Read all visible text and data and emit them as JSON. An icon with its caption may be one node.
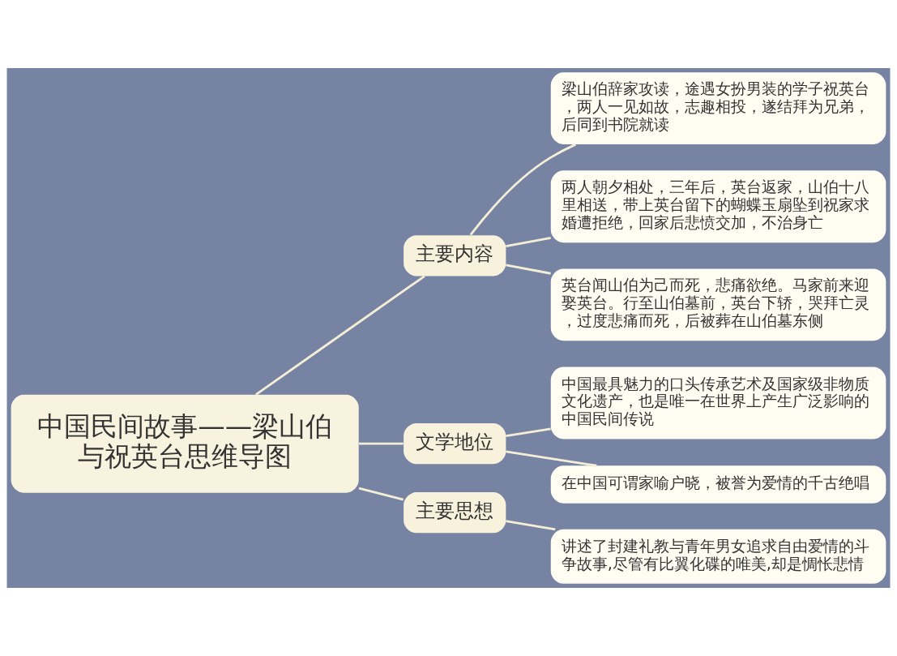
{
  "diagram": {
    "nodes": [
      {
        "text": [
          "中国民间故事——梁山伯与祝英台思维导图"
        ]
      },
      {
        "text": [
          "主要内容"
        ]
      },
      {
        "text": [
          "梁山伯辞家攻读，途遇女扮男装的学子祝英台，两人一见如故，志趣相投，遂结拜为兄弟，后同到书院就读"
        ]
      },
      {
        "text": [
          "两人朝夕相处，三年后，英台返家，山伯十八里相送，带上英台留下的蝴蝶玉扇坠到祝家求婚遭拒绝，回家后悲愤交加，不治身亡"
        ]
      },
      {
        "text": [
          "英台闻山伯为己而死，悲痛欲绝。马家前来迎娶英台。行至山伯墓前，英台下轿，哭拜亡灵，过度悲痛而死，后被葬在山伯墓东侧"
        ]
      },
      {
        "text": [
          "文学地位"
        ]
      },
      {
        "text": [
          "中国最具魅力的口头传承艺术及国家级非物质文化遗产，也是唯一在世界上产生广泛影响的中国民间传说"
        ]
      },
      {
        "text": [
          "在中国可谓家喻户晓，被誉为爱情的千古绝唱"
        ]
      },
      {
        "text": [
          "主要思想"
        ]
      },
      {
        "text": [
          "讲述了封建礼教与青年男女追求自由爱情的斗争故事,尽管有比翼化碟的唯美,却是惆怅悲情"
        ]
      }
    ],
    "edges": [
      {
        "from": 0,
        "to": 1,
        "arrow": "none"
      },
      {
        "from": 0,
        "to": 5,
        "arrow": "none"
      },
      {
        "from": 0,
        "to": 8,
        "arrow": "none"
      },
      {
        "from": 1,
        "to": 2,
        "arrow": "none"
      },
      {
        "from": 1,
        "to": 3,
        "arrow": "none"
      },
      {
        "from": 1,
        "to": 4,
        "arrow": "none"
      },
      {
        "from": 5,
        "to": 6,
        "arrow": "none"
      },
      {
        "from": 5,
        "to": 7,
        "arrow": "none"
      },
      {
        "from": 8,
        "to": 9,
        "arrow": "none"
      }
    ]
  }
}
